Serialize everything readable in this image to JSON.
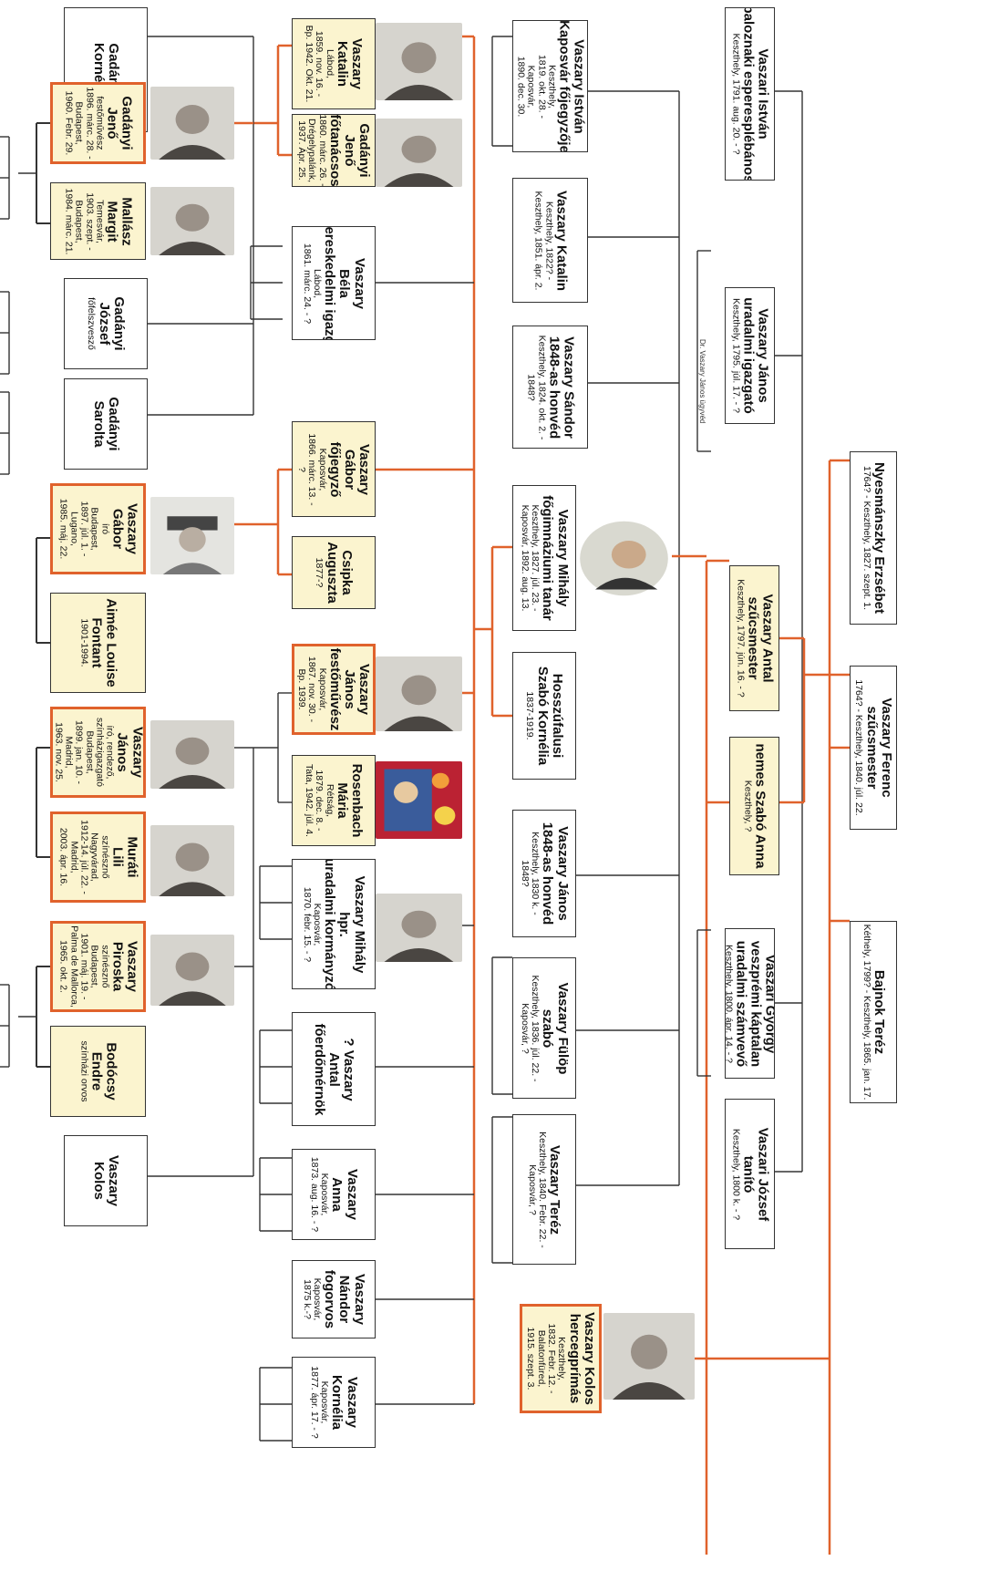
{
  "colors": {
    "line": "#333333",
    "accent_line": "#e0622c",
    "cream": "#fbf4cf",
    "highlight_border": "#e0622c"
  },
  "col1": [
    {
      "id": "gadanyi_kornelia",
      "lines": [
        "Gadányi",
        "Kornélia"
      ],
      "bold": 2
    },
    {
      "id": "gadanyi_jeno",
      "lines": [
        "Gadányi",
        "Jenő",
        "festőművész",
        "1896. márc. 28. -",
        "Budapest,",
        "1960. Febr. 29."
      ],
      "bold": 2,
      "photo": "portrait"
    },
    {
      "id": "mallasz_margit",
      "lines": [
        "Mallász",
        "Margit",
        "Temesvár,",
        "1903. szept. -",
        "Budapest,",
        "1984. márc. 21."
      ],
      "bold": 2,
      "photo": "portrait"
    },
    {
      "id": "gadanyi_jozsef",
      "lines": [
        "Gadányi",
        "József",
        "főfelszvesző"
      ],
      "bold": 2
    },
    {
      "id": "gadanyi_sarolta",
      "lines": [
        "Gadányi",
        "Sarolta"
      ],
      "bold": 2
    },
    {
      "id": "vaszary_gabor_iro",
      "lines": [
        "Vaszary",
        "Gábor",
        "író",
        "Budapest,",
        "1897. júl. 1. -",
        "Lugano,",
        "1985. máj. 22."
      ],
      "bold": 2,
      "photo": "hat"
    },
    {
      "id": "aimee_fontant",
      "lines": [
        "Aimée Louise",
        "Fontant",
        "1901-1994."
      ],
      "bold": 2
    },
    {
      "id": "vaszary_janos_iro",
      "lines": [
        "Vaszary",
        "János",
        "író, rendező,",
        "színházigazgató",
        "Budapest,",
        "1899. jan. 10. -",
        "Madrid,",
        "1963. nov. 25."
      ],
      "bold": 2,
      "photo": "portrait"
    },
    {
      "id": "murati_lili",
      "lines": [
        "Muráti",
        "Lili",
        "színésznő",
        "Nagyvárad,",
        "1912-14. júl. 22. -",
        "Madrid,",
        "2003. ápr. 16."
      ],
      "bold": 2,
      "photo": "portrait"
    },
    {
      "id": "vaszary_piroska",
      "lines": [
        "Vaszary",
        "Piroska",
        "színésznő",
        "Budapest,",
        "1901. máj. 19. -",
        "Palma de Mallorca,",
        "1965. okt. 2."
      ],
      "bold": 2,
      "photo": "portrait"
    },
    {
      "id": "bodocsy_endre",
      "lines": [
        "Bodócsy",
        "Endre",
        "színházi orvos"
      ],
      "bold": 2
    },
    {
      "id": "vaszary_kolos_jr",
      "lines": [
        "Vaszary",
        "Kolos"
      ],
      "bold": 2
    }
  ],
  "col2": [
    {
      "id": "vaszary_katalin_jr",
      "lines": [
        "Vaszary",
        "Katalin",
        "Lábod,",
        "1859. nov. 16. -",
        "Bp. 1942. Okt. 21."
      ],
      "bold": 2,
      "photo": "portrait"
    },
    {
      "id": "gadanyi_jeno_sr",
      "lines": [
        "Gadányi",
        "Jenő",
        "főtanácsos",
        "1860. márc. 26. -",
        "Drégelypalánk,",
        "1937. Ápr. 25."
      ],
      "bold": 3,
      "photo": "portrait"
    },
    {
      "id": "vaszary_bela",
      "lines": [
        "Vaszary",
        "Béla",
        "kereskedelmi igazg.",
        "Lábod,",
        "1861. márc. 24. - ?"
      ],
      "bold": 3
    },
    {
      "id": "vaszary_gabor_fojegyzo",
      "lines": [
        "Vaszary",
        "Gábor",
        "főjegyző",
        "Kaposvár,",
        "1866. márc. 13. -",
        "?"
      ],
      "bold": 3
    },
    {
      "id": "csipka_auguszta",
      "lines": [
        "Csipka",
        "Auguszta",
        "1877-?"
      ],
      "bold": 2
    },
    {
      "id": "vaszary_janos_festo",
      "lines": [
        "Vaszary",
        "János",
        "festőművész",
        "Kaposvár,",
        "1867. nov. 30. -",
        "Bp. 1939."
      ],
      "bold": 3,
      "photo": "portrait"
    },
    {
      "id": "rosenbach_maria",
      "lines": [
        "Rosenbach",
        "Mária",
        "Rétság,",
        "1879. dec. 8. -",
        "Tata, 1942. júl. 4."
      ],
      "bold": 2,
      "photo": "painting"
    },
    {
      "id": "vaszary_mihaly_hpr",
      "lines": [
        "Vaszary Mihály",
        "hpr.",
        "uradalmi kormányzó",
        "Kaposvár,",
        "1870. febr. 15. - ?"
      ],
      "bold": 3,
      "photo": "portrait"
    },
    {
      "id": "vaszary_antal_fm",
      "lines": [
        "? Vaszary",
        "Antal",
        "főerdőmérnök"
      ],
      "bold": 3
    },
    {
      "id": "vaszary_anna",
      "lines": [
        "Vaszary",
        "Anna",
        "Kaposvár,",
        "1873. aug. 16. - ?"
      ],
      "bold": 2
    },
    {
      "id": "vaszary_nandor",
      "lines": [
        "Vaszary",
        "Nándor",
        "fogorvos",
        "Kaposvár,",
        "1875 k.-?"
      ],
      "bold": 3
    },
    {
      "id": "vaszary_kornelia",
      "lines": [
        "Vaszary",
        "Kornélia",
        "Kaposvár,",
        "1877. ápr. 17. - ?"
      ],
      "bold": 2
    }
  ],
  "col3": [
    {
      "id": "vaszary_istvan_fj",
      "lines": [
        "Vaszary István",
        "Kaposvár főjegyzője",
        "Keszthely,",
        "1819. okt. 28. -",
        "Kaposvár,",
        "1890. dec. 30."
      ],
      "bold": 2
    },
    {
      "id": "vaszary_katalin_sr",
      "lines": [
        "Vaszary Katalin",
        "Keszthely, 1822? -",
        "Keszthely, 1851. ápr. 2."
      ],
      "bold": 1
    },
    {
      "id": "vaszary_sandor",
      "lines": [
        "Vaszary Sándor",
        "1848-as honvéd",
        "Keszthely, 1824. okt. 2. -",
        "1848?"
      ],
      "bold": 2
    },
    {
      "id": "vaszary_mihaly_tanar",
      "lines": [
        "Vaszary Mihály",
        "főgimnáziumi tanár",
        "Keszthely, 1827. júl. 23. -",
        "Kaposvár, 1892. aug. 13."
      ],
      "bold": 2,
      "photo": "oval"
    },
    {
      "id": "hosszufalusi_kornelia",
      "lines": [
        "Hosszúfalusi",
        "Szabó Kornélia",
        "1837-1919."
      ],
      "bold": 2
    },
    {
      "id": "vaszary_janos_honved",
      "lines": [
        "Vaszary János",
        "1848-as honvéd",
        "Keszthely, 1830 k. -",
        "1848?"
      ],
      "bold": 2
    },
    {
      "id": "vaszary_fulop",
      "lines": [
        "Vaszary Fülöp",
        "szabó",
        "Keszthely, 1836. júl. 22. -",
        "Kaposvár, ?"
      ],
      "bold": 2
    },
    {
      "id": "vaszary_terez",
      "lines": [
        "Vaszary Teréz",
        "Keszthely, 1840. Febr. 22. -",
        "Kaposvár, ?"
      ],
      "bold": 1
    }
  ],
  "col4": [
    {
      "id": "vaszari_istvan",
      "lines": [
        "Vaszari István",
        "paloznaki esperesplébános",
        "Keszthely, 1791. aug. 20. - ?"
      ],
      "bold": 2
    },
    {
      "id": "vaszary_janos_igazgato",
      "lines": [
        "Vaszary János",
        "uradalmi igazgató",
        "Keszthely, 1795. júl. 17. - ?"
      ],
      "bold": 2
    },
    {
      "id": "vaszary_antal_szucs",
      "lines": [
        "Vaszary Antal",
        "szűcsmester",
        "Keszthely, 1797. jún. 16. - ?"
      ],
      "bold": 2
    },
    {
      "id": "szabo_anna",
      "lines": [
        "nemes Szabó Anna",
        "Keszthely, ?"
      ],
      "bold": 1
    },
    {
      "id": "vaszari_gyorgy",
      "lines": [
        "Vaszari György",
        "veszprémi káptalan",
        "uradalmi számvevő",
        "Keszthely, 1800. ápr. 14. - ?"
      ],
      "bold": 3
    },
    {
      "id": "vaszari_jozsef",
      "lines": [
        "Vaszari József",
        "tanító",
        "Keszthely, 1800 k. - ?"
      ],
      "bold": 2
    },
    {
      "id": "vaszary_kolos",
      "lines": [
        "Vaszary Kolos",
        "hercegprímás",
        "Keszthely,",
        "1832. Febr. 12. -",
        "Balatonfüred,",
        "1915. szept. 3."
      ],
      "bold": 2,
      "photo": "portrait"
    }
  ],
  "col5": [
    {
      "id": "nyesmanszky",
      "lines": [
        "Nyesmánszky Erzsébet",
        "1764? - Keszthely, 1827. szept. 1."
      ],
      "bold": 1
    },
    {
      "id": "vaszary_ferenc",
      "lines": [
        "Vaszary Ferenc",
        "szűcsmester",
        "1764? - Keszthely, 1840. júl. 22."
      ],
      "bold": 2
    },
    {
      "id": "bajnok_terez",
      "lines": [
        "Bajnok Teréz",
        "Kéthely, 1799? - Keszthely, 1865. jan. 17."
      ],
      "bold": 1
    }
  ],
  "note_dr_janos": "Dr. Vaszary János ügyvéd"
}
